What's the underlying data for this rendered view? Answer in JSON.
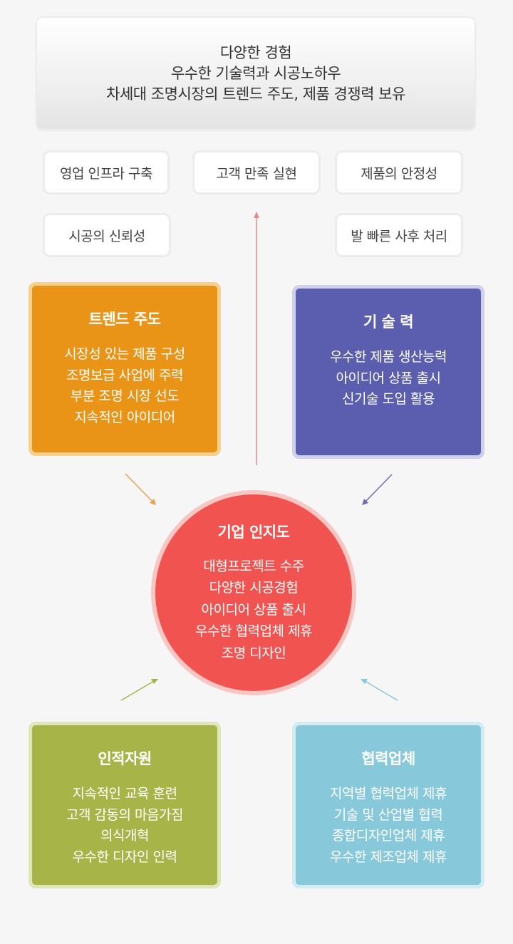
{
  "banner": {
    "lines": [
      "다양한 경험",
      "우수한 기술력과 시공노하우",
      "차세대 조명시장의 트렌드 주도, 제품 경쟁력 보유"
    ]
  },
  "pills": [
    "영업 인프라 구축",
    "고객 만족 실현",
    "제품의 안정성",
    "시공의 신뢰성",
    "발 빠른 사후 처리"
  ],
  "cards": {
    "trend": {
      "title": "트렌드 주도",
      "items": [
        "시장성 있는 제품 구성",
        "조명보급 사업에 주력",
        "부분 조명 시장 선도",
        "지속적인 아이디어"
      ]
    },
    "tech": {
      "title": "기 술 력",
      "items": [
        "우수한 제품 생산능력",
        "아이디어 상품 출시",
        "신기술 도입 활용"
      ]
    },
    "hr": {
      "title": "인적자원",
      "items": [
        "지속적인 교육 훈련",
        "고객 감동의 마음가짐",
        "의식개혁",
        "우수한 디자인 인력"
      ]
    },
    "partner": {
      "title": "협력업체",
      "items": [
        "지역별 협력업체 제휴",
        "기술 및 산업별 협력",
        "종합디자인업체 제휴",
        "우수한 제조업체 제휴"
      ]
    }
  },
  "center": {
    "title": "기업 인지도",
    "items": [
      "대형프로젝트 수주",
      "다양한 시공경험",
      "아이디어 상품 출시",
      "우수한 협력업체 제휴",
      "조명 디자인"
    ]
  },
  "colors": {
    "trend": "#ea9417",
    "tech": "#5b5eae",
    "center": "#f05350",
    "hr": "#a6b448",
    "partner": "#87c9da"
  }
}
